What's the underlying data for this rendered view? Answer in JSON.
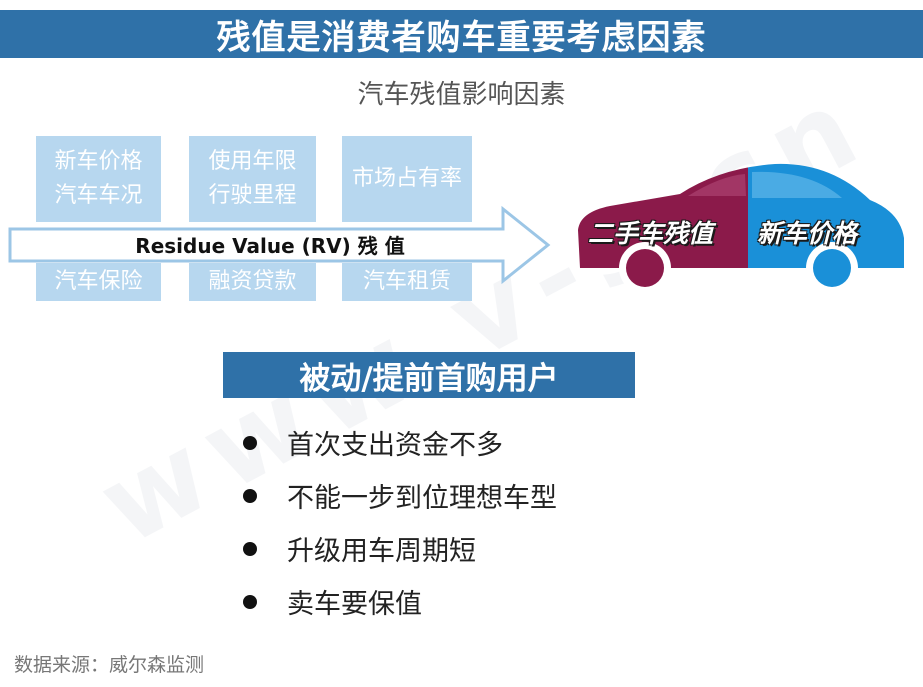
{
  "title": "残值是消费者购车重要考虑因素",
  "subtitle": "汽车残值影响因素",
  "factors": {
    "top": [
      {
        "line1": "新车价格",
        "line2": "汽车车况"
      },
      {
        "line1": "使用年限",
        "line2": "行驶里程"
      },
      {
        "line1": "市场占有率"
      }
    ],
    "bottom": [
      "汽车保险",
      "融资贷款",
      "汽车租赁"
    ]
  },
  "arrow_text": "Residue Value (RV) 残 值",
  "car": {
    "left_label": "二手车残值",
    "right_label": "新车价格",
    "left_color": "#8b1a4a",
    "right_color": "#1a90d8"
  },
  "section_title": "被动/提前首购用户",
  "bullets": [
    "首次支出资金不多",
    "不能一步到位理想车型",
    "升级用车周期短",
    "卖车要保值"
  ],
  "watermark": "www.v-s.cn",
  "source": "数据来源：威尔森监测",
  "colors": {
    "accent": "#2f71a8",
    "factor_box": "#b7d7ef"
  }
}
